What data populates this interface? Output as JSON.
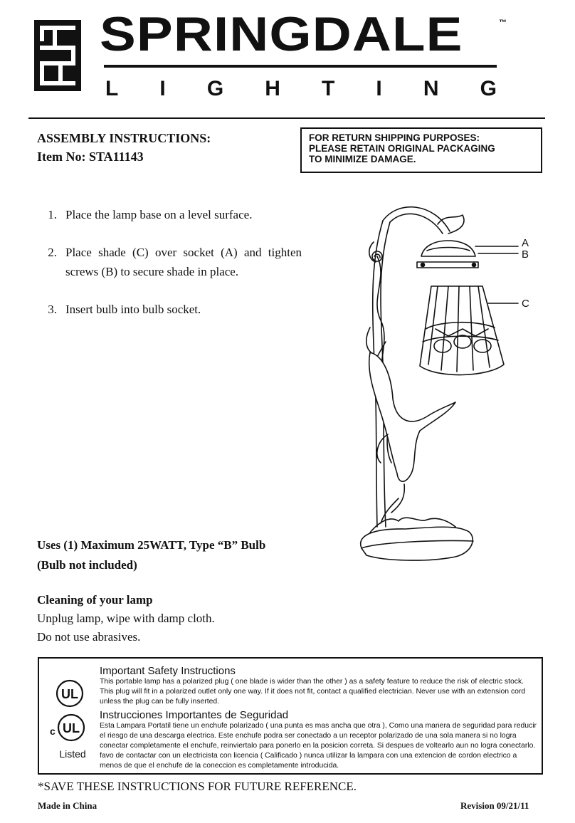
{
  "brand": {
    "name": "SPRINGDALE",
    "tm": "™",
    "sub_letters": [
      "L",
      "I",
      "G",
      "H",
      "T",
      "I",
      "N",
      "G"
    ]
  },
  "header": {
    "assembly_title": "ASSEMBLY INSTRUCTIONS:",
    "item_no": "Item No: STA11143"
  },
  "return_notice": {
    "lines": [
      "FOR RETURN SHIPPING PURPOSES:",
      "PLEASE RETAIN ORIGINAL PACKAGING",
      "TO MINIMIZE DAMAGE."
    ]
  },
  "steps": [
    {
      "num": "1.",
      "text": "Place the lamp base on a level surface."
    },
    {
      "num": "2.",
      "text": "Place shade (C) over socket (A) and tighten screws (B) to secure shade in place."
    },
    {
      "num": "3.",
      "text": "Insert bulb into bulb socket."
    }
  ],
  "diagram": {
    "labels": [
      "A",
      "B",
      "C"
    ]
  },
  "bulb": {
    "line1": "Uses (1) Maximum 25WATT, Type “B” Bulb",
    "line2": "(Bulb not included)"
  },
  "cleaning": {
    "title": "Cleaning of your lamp",
    "line1": "Unplug lamp, wipe with damp cloth.",
    "line2": "Do not use abrasives."
  },
  "safety": {
    "en_title": "Important Safety Instructions",
    "en_body": "This portable lamp has a polarized plug ( one blade is wider than the other ) as a safety feature to reduce the risk of electric stock. This plug will fit in a polarized outlet only one way. If it does not fit, contact a qualified electrician. Never use with an extension cord unless the plug can be fully inserted.",
    "es_title": "Instrucciones Importantes de Seguridad",
    "es_body": "Esta Lampara Portatil tiene un enchufe polarizado ( una punta es mas ancha que otra ), Como una manera de seguridad para reducir el riesgo de una descarga electrica. Este enchufe podra ser conectado a un receptor polarizado de una sola manera si no logra conectar completamente el enchufe, reinviertalo para ponerlo en la posicion correta. Si despues de voltearlo aun no logra conectarlo. favo de contactar con un electricista con licencia ( Calificado ) nunca utilizar la lampara con una extencion de cordon electrico a menos de que el enchufe de la coneccion es completamente introducida.",
    "ul_mark": "UL",
    "ul_c": "c",
    "ul_listed": "Listed"
  },
  "footer": {
    "save_note": "*SAVE THESE INSTRUCTIONS FOR FUTURE REFERENCE.",
    "made_in": "Made in China",
    "revision": "Revision 09/21/11"
  }
}
